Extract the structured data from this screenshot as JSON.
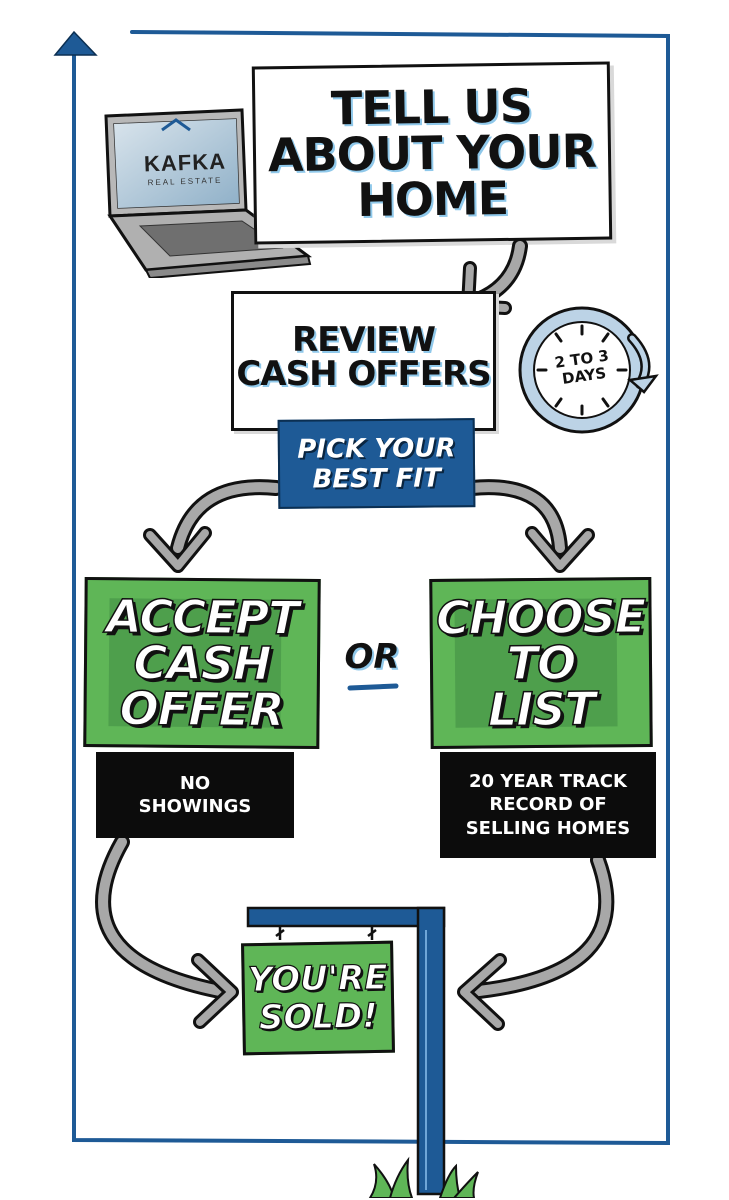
{
  "colors": {
    "frame_blue": "#1e5a96",
    "highlight_blue": "#8fc8ea",
    "green": "#5fb657",
    "dark_green": "#3f8d44",
    "black": "#0c0c0c",
    "arrow_gray": "#9a9a9a"
  },
  "logo": {
    "brand": "KAFKA",
    "tagline": "REAL ESTATE"
  },
  "step1": {
    "lines": [
      "TELL US",
      "ABOUT YOUR",
      "HOME"
    ]
  },
  "step2": {
    "lines": [
      "REVIEW",
      "CASH OFFERS"
    ]
  },
  "clock": {
    "lines": [
      "2 TO 3",
      "DAYS"
    ]
  },
  "pick": {
    "lines": [
      "PICK YOUR",
      "BEST FIT"
    ]
  },
  "option_left": {
    "lines": [
      "ACCEPT",
      "CASH",
      "OFFER"
    ],
    "note_lines": [
      "NO",
      "SHOWINGS"
    ]
  },
  "connector": {
    "text": "OR"
  },
  "option_right": {
    "lines": [
      "CHOOSE",
      "TO",
      "LIST"
    ],
    "note_lines": [
      "20 YEAR TRACK",
      "RECORD OF",
      "SELLING HOMES"
    ]
  },
  "result": {
    "lines": [
      "YOU'RE",
      "SOLD!"
    ]
  },
  "icons": {
    "laptop": "laptop-icon",
    "clock": "clock-icon",
    "sign_post": "sign-post-icon",
    "grass": "grass-icon",
    "arrow": "curved-arrow-icon"
  }
}
